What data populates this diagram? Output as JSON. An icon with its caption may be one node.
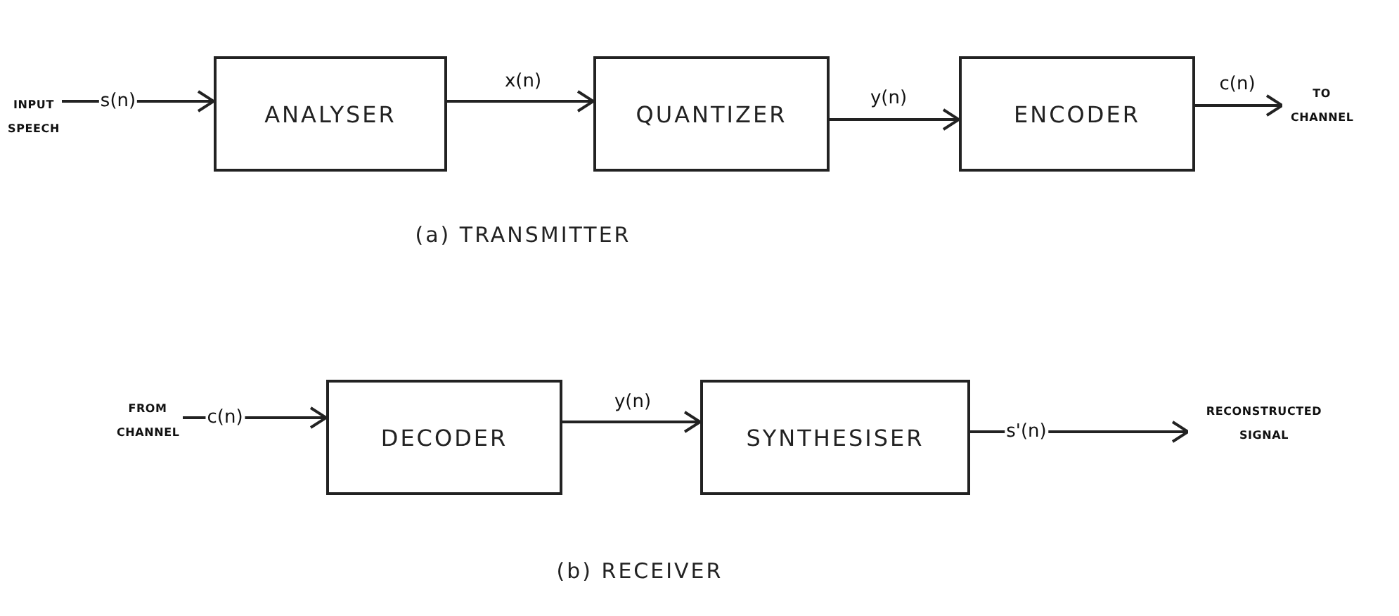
{
  "diagram": {
    "nodes": [
      {
        "text": [
          "INPUT SPEECH"
        ]
      },
      {
        "text": [
          "ANALYSER"
        ]
      },
      {
        "text": [
          "QUANTIZER"
        ]
      },
      {
        "text": [
          "ENCODER"
        ]
      },
      {
        "text": [
          "TO CHANNEL"
        ]
      },
      {
        "text": [
          "FROM CHANNEL"
        ]
      },
      {
        "text": [
          "DECODER"
        ]
      },
      {
        "text": [
          "SYNTHESISER"
        ]
      },
      {
        "text": [
          "RECONSTRUCTED SIGNAL"
        ]
      }
    ],
    "edges": [
      {
        "from": 0,
        "to": 1,
        "arrow": "to",
        "label": "s(n)"
      },
      {
        "from": 1,
        "to": 2,
        "arrow": "to",
        "label": "x(n)"
      },
      {
        "from": 2,
        "to": 3,
        "arrow": "to",
        "label": "y(n)"
      },
      {
        "from": 3,
        "to": 4,
        "arrow": "to",
        "label": "c(n)"
      },
      {
        "from": 5,
        "to": 6,
        "arrow": "to",
        "label": "c(n)"
      },
      {
        "from": 6,
        "to": 7,
        "arrow": "to",
        "label": "y(n)"
      },
      {
        "from": 7,
        "to": 8,
        "arrow": "to",
        "label": "s'(n)"
      }
    ],
    "labels": [
      "(a) TRANSMITTER",
      "(b) RECEIVER"
    ]
  }
}
